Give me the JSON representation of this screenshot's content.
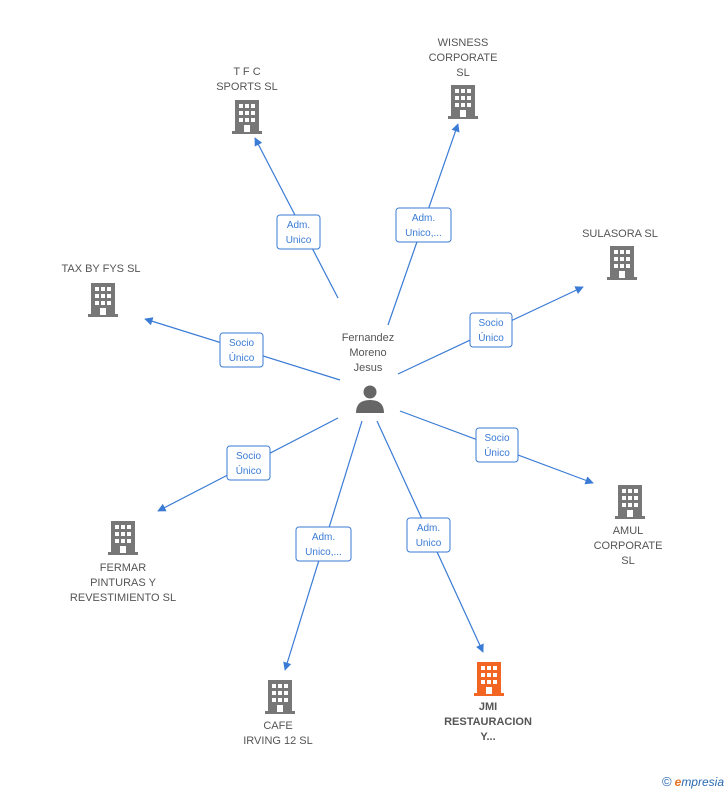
{
  "center": {
    "name_lines": [
      "Fernandez",
      "Moreno",
      "Jesus"
    ]
  },
  "colors": {
    "edge": "#3a7bd5",
    "company": "#777777",
    "highlight": "#f26522"
  },
  "companies": [
    {
      "id": "tfc",
      "name_lines": [
        "T F C",
        "SPORTS SL"
      ],
      "relation_lines": [
        "Adm.",
        "Unico"
      ],
      "highlight": false
    },
    {
      "id": "wisness",
      "name_lines": [
        "WISNESS",
        "CORPORATE",
        "SL"
      ],
      "relation_lines": [
        "Adm.",
        "Unico,..."
      ],
      "highlight": false
    },
    {
      "id": "sulasora",
      "name_lines": [
        "SULASORA  SL"
      ],
      "relation_lines": [
        "Socio",
        "Único"
      ],
      "highlight": false
    },
    {
      "id": "taxbyfys",
      "name_lines": [
        "TAX BY FYS  SL"
      ],
      "relation_lines": [
        "Socio",
        "Único"
      ],
      "highlight": false
    },
    {
      "id": "amul",
      "name_lines": [
        "AMUL",
        "CORPORATE",
        "SL"
      ],
      "relation_lines": [
        "Socio",
        "Único"
      ],
      "highlight": false
    },
    {
      "id": "fermar",
      "name_lines": [
        "FERMAR",
        "PINTURAS Y",
        "REVESTIMIENTO SL"
      ],
      "relation_lines": [
        "Socio",
        "Único"
      ],
      "highlight": false
    },
    {
      "id": "cafe",
      "name_lines": [
        "CAFE",
        "IRVING 12  SL"
      ],
      "relation_lines": [
        "Adm.",
        "Unico,..."
      ],
      "highlight": false
    },
    {
      "id": "jmi",
      "name_lines": [
        "JMI",
        "RESTAURACION",
        "Y..."
      ],
      "relation_lines": [
        "Adm.",
        "Unico"
      ],
      "highlight": true
    }
  ],
  "footer": {
    "copyright_symbol": "©",
    "brand_initial": "e",
    "brand_rest": "mpresia"
  }
}
